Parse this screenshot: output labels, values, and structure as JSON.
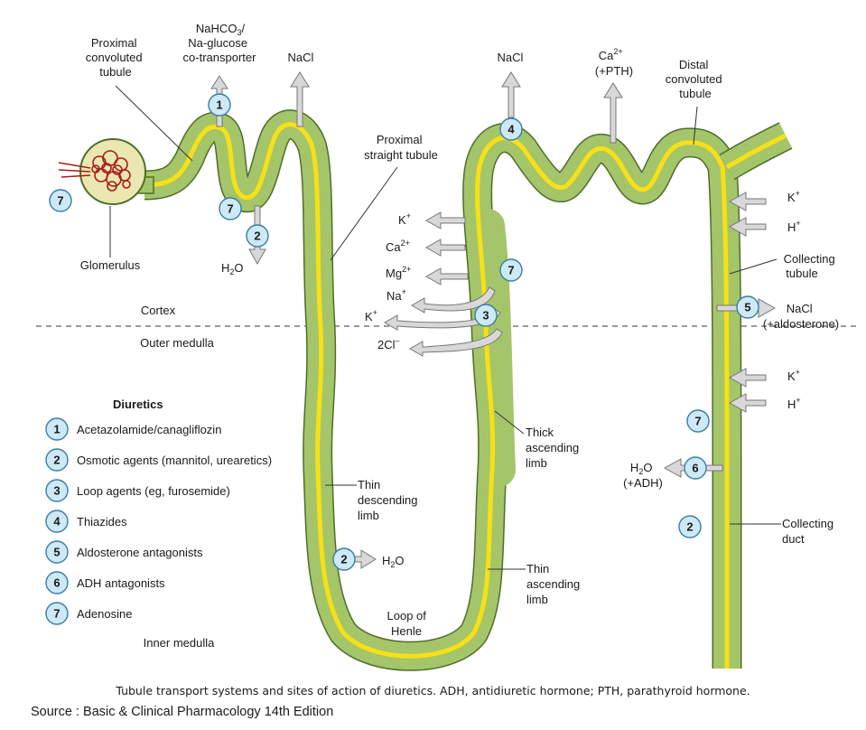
{
  "labels": {
    "proximal_convoluted": [
      "Proximal",
      "convoluted",
      "tubule"
    ],
    "nahco3": [
      "NaHCO",
      "3",
      "/"
    ],
    "na_glucose": [
      "Na-glucose",
      "co-transporter"
    ],
    "nacl_1": "NaCl",
    "nacl_2": "NaCl",
    "ca_pth": [
      "Ca",
      "2+",
      "(+PTH)"
    ],
    "distal_convoluted": [
      "Distal",
      "convoluted",
      "tubule"
    ],
    "proximal_straight": [
      "Proximal",
      "straight tubule"
    ],
    "glomerulus": "Glomerulus",
    "h2o_1": [
      "H",
      "2",
      "O"
    ],
    "k_1": [
      "K",
      "+"
    ],
    "ca_1": [
      "Ca",
      "2+"
    ],
    "mg_1": [
      "Mg",
      "2+"
    ],
    "na_1": [
      "Na",
      "+"
    ],
    "k_2": [
      "K",
      "+"
    ],
    "cl_1": [
      "2Cl",
      "–"
    ],
    "k_right_1": [
      "K",
      "+"
    ],
    "h_right_1": [
      "H",
      "+"
    ],
    "collecting_tubule": [
      "Collecting",
      "tubule"
    ],
    "nacl_aldo": [
      "NaCl",
      "(+aldosterone)"
    ],
    "k_right_2": [
      "K",
      "+"
    ],
    "h_right_2": [
      "H",
      "+"
    ],
    "cortex": "Cortex",
    "outer_medulla": "Outer medulla",
    "inner_medulla": "Inner medulla",
    "thick_ascending": [
      "Thick",
      "ascending",
      "limb"
    ],
    "thin_descending": [
      "Thin",
      "descending",
      "limb"
    ],
    "thin_ascending": [
      "Thin",
      "ascending",
      "limb"
    ],
    "h2o_adh": [
      "H",
      "2",
      "O",
      "(+ADH)"
    ],
    "h2o_2": [
      "H",
      "2",
      "O"
    ],
    "collecting_duct": [
      "Collecting",
      "duct"
    ],
    "loop_of_henle": [
      "Loop of",
      "Henle"
    ]
  },
  "legend": {
    "title": "Diuretics",
    "items": [
      {
        "num": "1",
        "label": "Acetazolamide/canagliflozin"
      },
      {
        "num": "2",
        "label": "Osmotic agents (mannitol, urearetics)"
      },
      {
        "num": "3",
        "label": "Loop agents (eg, furosemide)"
      },
      {
        "num": "4",
        "label": "Thiazides"
      },
      {
        "num": "5",
        "label": "Aldosterone antagonists"
      },
      {
        "num": "6",
        "label": "ADH antagonists"
      },
      {
        "num": "7",
        "label": "Adenosine"
      }
    ]
  },
  "badges": {
    "glomerulus": "7",
    "pct_top": "1",
    "pct_low": "7",
    "pct_h2o": "2",
    "distal": "4",
    "tal_upper": "7",
    "tal_loop": "3",
    "ct_aldo": "5",
    "cd_7": "7",
    "cd_adh": "6",
    "cd_2": "2",
    "thin_desc": "2"
  },
  "caption": "Tubule transport systems and sites of action of diuretics. ADH, antidiuretic hormone; PTH, parathyroid hormone.",
  "source": "Source : Basic & Clinical Pharmacology 14th Edition",
  "colors": {
    "tubule": "#a4c569",
    "tubule_outline": "#4f6e2c",
    "lumen": "#f7e017",
    "badge_fill": "#cde9f6",
    "badge_stroke": "#3a7ea5",
    "arrow_fill": "#d8d8d8",
    "arrow_stroke": "#777777",
    "glom_capsule": "#ebe7b0",
    "glom_capillary": "#a61c1c"
  }
}
